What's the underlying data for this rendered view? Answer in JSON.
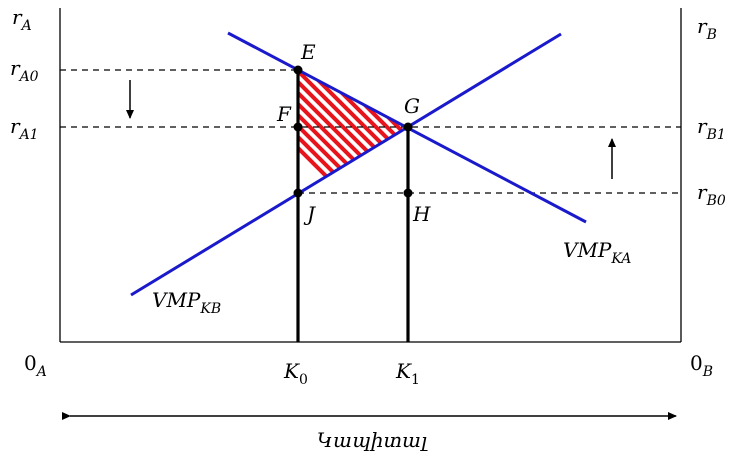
{
  "axes": {
    "left_label_main": "r",
    "left_label_sub": "A",
    "right_label_main": "r",
    "right_label_sub": "B",
    "origin_left_main": "0",
    "origin_left_sub": "A",
    "origin_right_main": "0",
    "origin_right_sub": "B"
  },
  "rates": {
    "rA0_main": "r",
    "rA0_sub": "A0",
    "rA1_main": "r",
    "rA1_sub": "A1",
    "rB1_main": "r",
    "rB1_sub": "B1",
    "rB0_main": "r",
    "rB0_sub": "B0"
  },
  "capital": {
    "k0_main": "K",
    "k0_sub": "0",
    "k1_main": "K",
    "k1_sub": "1",
    "axis_caption": "Կապիտալ"
  },
  "points": {
    "E": "E",
    "F": "F",
    "G": "G",
    "J": "J",
    "H": "H"
  },
  "curves": {
    "vmp_ka_main": "VMP",
    "vmp_ka_sub": "KA",
    "vmp_kb_main": "VMP",
    "vmp_kb_sub": "KB"
  },
  "colors": {
    "curve": "#1a1acc",
    "hatch_red": "#e8141c",
    "axis": "#000000"
  }
}
